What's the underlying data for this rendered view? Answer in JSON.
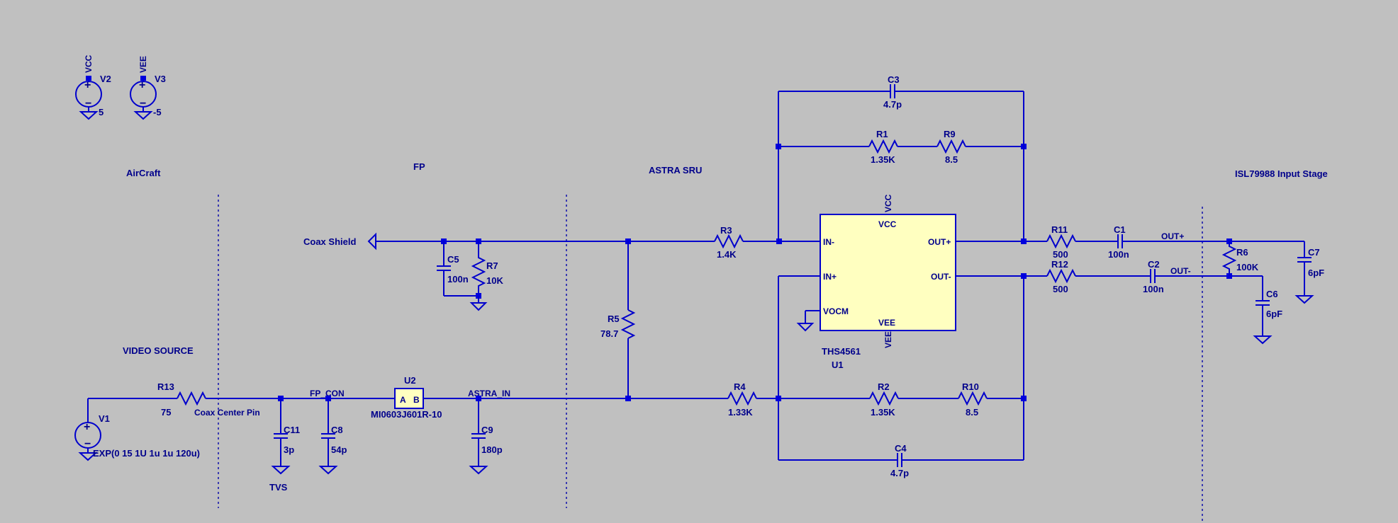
{
  "sources": {
    "v2": {
      "name": "V2",
      "net": "VCC",
      "value": "5"
    },
    "v3": {
      "name": "V3",
      "net": "VEE",
      "value": "-5"
    },
    "v1": {
      "name": "V1",
      "value": "EXP(0 15 1U 1u 1u 120u)"
    }
  },
  "sections": {
    "aircraft": "AirCraft",
    "fp": "FP",
    "astra_sru": "ASTRA SRU",
    "isl": "ISL79988 Input Stage",
    "video_source": "VIDEO SOURCE"
  },
  "nets": {
    "coax_shield": "Coax Shield",
    "coax_center": "Coax Center Pin",
    "fp_con": "FP_CON",
    "astra_in": "ASTRA_IN",
    "tvs": "TVS",
    "out_p": "OUT+",
    "out_n": "OUT-"
  },
  "opamp": {
    "part": "THS4561",
    "ref": "U1",
    "vcc_pin": "VCC",
    "vee_pin": "VEE",
    "in_n": "IN-",
    "in_p": "IN+",
    "vocm": "VOCM",
    "out_p": "OUT+",
    "out_n": "OUT-",
    "vcc_net": "VCC",
    "vee_net": "VEE"
  },
  "ferrite": {
    "ref": "U2",
    "part": "MI0603J601R-10",
    "pin_a": "A",
    "pin_b": "B"
  },
  "components": {
    "c3": {
      "name": "C3",
      "value": "4.7p"
    },
    "c4": {
      "name": "C4",
      "value": "4.7p"
    },
    "r1": {
      "name": "R1",
      "value": "1.35K"
    },
    "r9": {
      "name": "R9",
      "value": "8.5"
    },
    "r2": {
      "name": "R2",
      "value": "1.35K"
    },
    "r10": {
      "name": "R10",
      "value": "8.5"
    },
    "r3": {
      "name": "R3",
      "value": "1.4K"
    },
    "r4": {
      "name": "R4",
      "value": "1.33K"
    },
    "r5": {
      "name": "R5",
      "value": "78.7"
    },
    "r7": {
      "name": "R7",
      "value": "10K"
    },
    "c5": {
      "name": "C5",
      "value": "100n"
    },
    "r13": {
      "name": "R13",
      "value": "75"
    },
    "c11": {
      "name": "C11",
      "value": "3p"
    },
    "c8": {
      "name": "C8",
      "value": "54p"
    },
    "c9": {
      "name": "C9",
      "value": "180p"
    },
    "r11": {
      "name": "R11",
      "value": "500"
    },
    "r12": {
      "name": "R12",
      "value": "500"
    },
    "c1": {
      "name": "C1",
      "value": "100n"
    },
    "c2": {
      "name": "C2",
      "value": "100n"
    },
    "r6": {
      "name": "R6",
      "value": "100K"
    },
    "c7": {
      "name": "C7",
      "value": "6pF"
    },
    "c6": {
      "name": "C6",
      "value": "6pF"
    }
  },
  "colors": {
    "background": "#c0c0c0",
    "wire": "#0000cc",
    "text": "#00008b",
    "opamp_fill": "#ffffc0"
  }
}
